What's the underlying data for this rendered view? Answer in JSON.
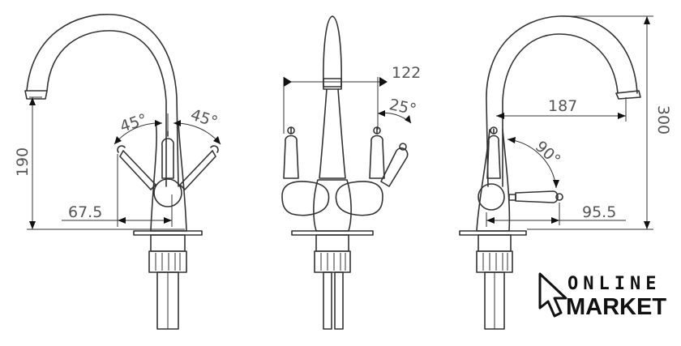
{
  "views": {
    "left": {
      "height": "190",
      "reach": "67.5",
      "angle_left": "45°",
      "angle_right": "45°"
    },
    "front": {
      "width": "122",
      "angle": "25°"
    },
    "side": {
      "height": "300",
      "reach": "187",
      "angle": "90°",
      "offset": "95.5"
    }
  },
  "logo": {
    "line1": "ONLINE",
    "line2": "MARKET"
  },
  "colors": {
    "line": "#333333",
    "dimension_text": "#555555",
    "logo": "#111111"
  }
}
